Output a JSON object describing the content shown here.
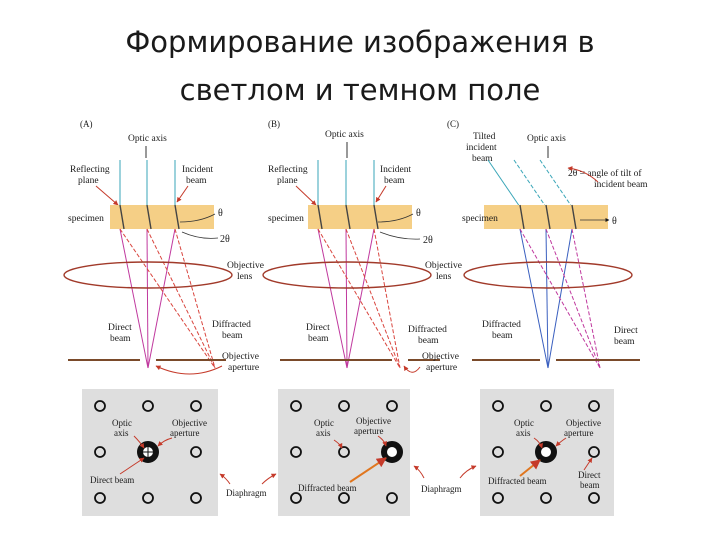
{
  "slide": {
    "title_line1": "Формирование изображения в",
    "title_line2": "светлом и темном поле"
  },
  "panels": {
    "a": {
      "tag": "(A)",
      "optic_axis": "Optic axis",
      "reflecting_1": "Reflecting",
      "reflecting_2": "plane",
      "incident_1": "Incident",
      "incident_2": "beam",
      "specimen": "specimen",
      "theta": "θ",
      "two_theta": "2θ",
      "objective_1": "Objective",
      "objective_2": "lens",
      "direct_1": "Direct",
      "direct_2": "beam",
      "diffracted_1": "Diffracted",
      "diffracted_2": "beam",
      "aperture_1": "Objective",
      "aperture_2": "aperture"
    },
    "b": {
      "tag": "(B)",
      "optic_axis": "Optic axis",
      "reflecting_1": "Reflecting",
      "reflecting_2": "plane",
      "incident_1": "Incident",
      "incident_2": "beam",
      "specimen": "specimen",
      "theta": "θ",
      "two_theta": "2θ",
      "objective_1": "Objective",
      "objective_2": "lens",
      "direct_1": "Direct",
      "direct_2": "beam",
      "diffracted_1": "Diffracted",
      "diffracted_2": "beam",
      "aperture_1": "Objective",
      "aperture_2": "aperture"
    },
    "c": {
      "tag": "(C)",
      "tilted_1": "Tilted",
      "tilted_2": "incident",
      "tilted_3": "beam",
      "optic_axis": "Optic axis",
      "tilt_1": "2θ = angle of tilt of",
      "tilt_2": "incident beam",
      "specimen": "specimen",
      "theta": "θ",
      "diffracted_1": "Diffracted",
      "diffracted_2": "beam",
      "direct_1": "Direct",
      "direct_2": "beam"
    }
  },
  "patterns": {
    "a": {
      "optic_1": "Optic",
      "optic_2": "axis",
      "objective_1": "Objective",
      "objective_2": "aperture",
      "direct": "Direct beam"
    },
    "b": {
      "optic_1": "Optic",
      "optic_2": "axis",
      "objective_1": "Objective",
      "objective_2": "aperture",
      "diffracted": "Diffracted beam"
    },
    "c": {
      "optic_1": "Optic",
      "optic_2": "axis",
      "objective_1": "Objective",
      "objective_2": "aperture",
      "diffracted": "Diffracted beam",
      "direct_1": "Direct",
      "direct_2": "beam"
    },
    "diaphragm_left": "Diaphragm",
    "diaphragm_right": "Diaphragm"
  },
  "colors": {
    "specimen": "#f5cf86",
    "direct_ray": "#c0399e",
    "diffracted_ray": "#d9463f",
    "tilted_ray": "#3a5fbf",
    "incident_ray": "#3aa6b8",
    "lens": "#a13a2a",
    "pattern_bg": "#dedede"
  }
}
